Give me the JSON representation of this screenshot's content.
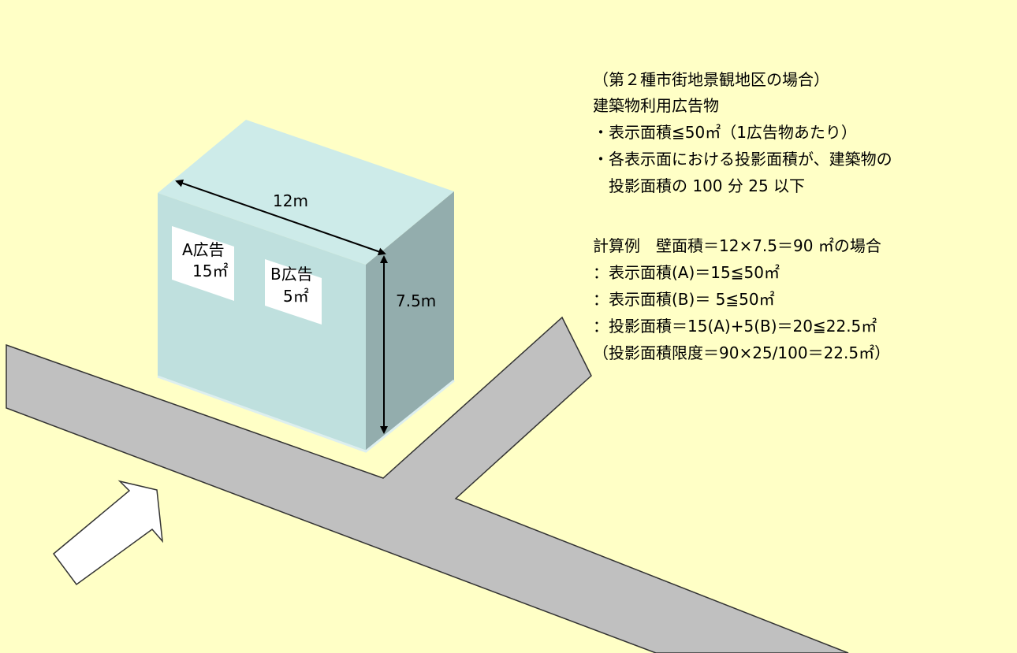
{
  "colors": {
    "background": "#FFFFC6",
    "road": "#C0C0C0",
    "building_front": "#BFE0DE",
    "building_top": "#CDEBE9",
    "building_side": "#93ADAD",
    "sign": "#FFFFFF",
    "arrow": "#FFFFFF"
  },
  "diagram": {
    "width_label": "12m",
    "height_label": "7.5m",
    "sign_a": {
      "title": "A広告",
      "area": "15㎡"
    },
    "sign_b": {
      "title": "B広告",
      "area": "5㎡"
    },
    "arrow_icon": "direction-arrow-icon"
  },
  "notes": {
    "district": "（第２種市街地景観地区の場合）",
    "category": "建築物利用広告物",
    "rule1": "・表示面積≦50㎡（1広告物あたり）",
    "rule2_line1": "・各表示面における投影面積が、建築物の",
    "rule2_line2": "　投影面積の 100 分 25 以下",
    "example_title": "計算例　壁面積＝12×7.5＝90 ㎡の場合",
    "calc1": "：表示面積(A)＝15≦50㎡",
    "calc2": "：表示面積(B)＝ 5≦50㎡",
    "calc3": "：投影面積＝15(A)+5(B)＝20≦22.5㎡",
    "limit": "（投影面積限度＝90×25/100＝22.5㎡）"
  }
}
